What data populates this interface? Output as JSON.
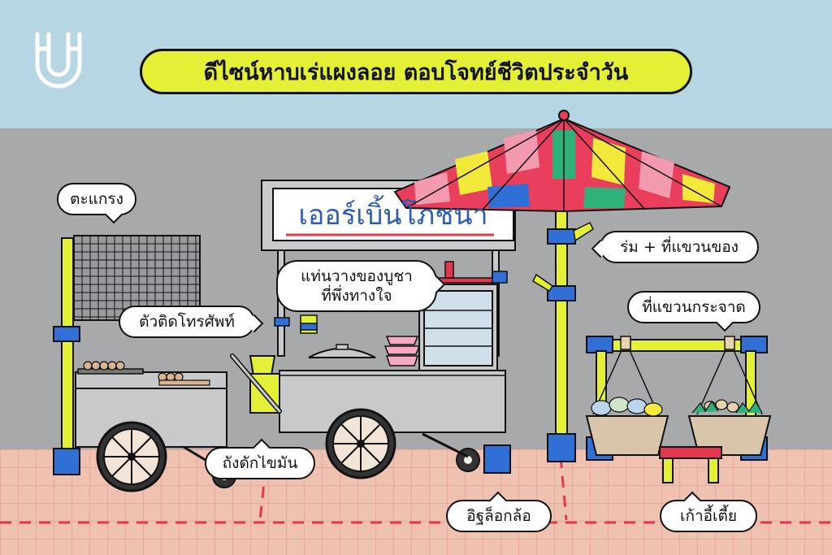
{
  "title": "ดีไซน์หาบเร่แผงลอย ตอบโจทย์ชีวิตประจำวัน",
  "sign": "เออร์เบิ้นโภชนา",
  "callouts": {
    "grill": "ตะแกรง",
    "phone_mount": "ตัวติดโทรศัพท์",
    "shrine_line1": "แท่นวางของบูชา",
    "shrine_line2": "ที่พึ่งทางใจ",
    "umbrella": "ร่ม + ที่แขวนของ",
    "basket_hanger": "ที่แขวนกระจาด",
    "grease_trap": "ถังดักไขมัน",
    "wheel_lock": "อิฐล็อกล้อ",
    "stool": "เก้าอี้เตี้ย"
  },
  "colors": {
    "sky": "#b6d6e3",
    "wall": "#a8a9ab",
    "floor": "#efc1b0",
    "pole_yellow": "#e4f035",
    "clamp_blue": "#2f6fd6",
    "umbrella_red": "#ea3f5c",
    "umbrella_pink": "#f49ab0",
    "umbrella_green": "#2fb27a",
    "umbrella_yellow": "#f2e93a",
    "cart_gray": "#c8c9cb",
    "sign_blue": "#2d5cb8",
    "bowl_pink": "#f6a9c0",
    "stool_red": "#e3374f"
  },
  "icons": [
    "logo-u-icon"
  ]
}
